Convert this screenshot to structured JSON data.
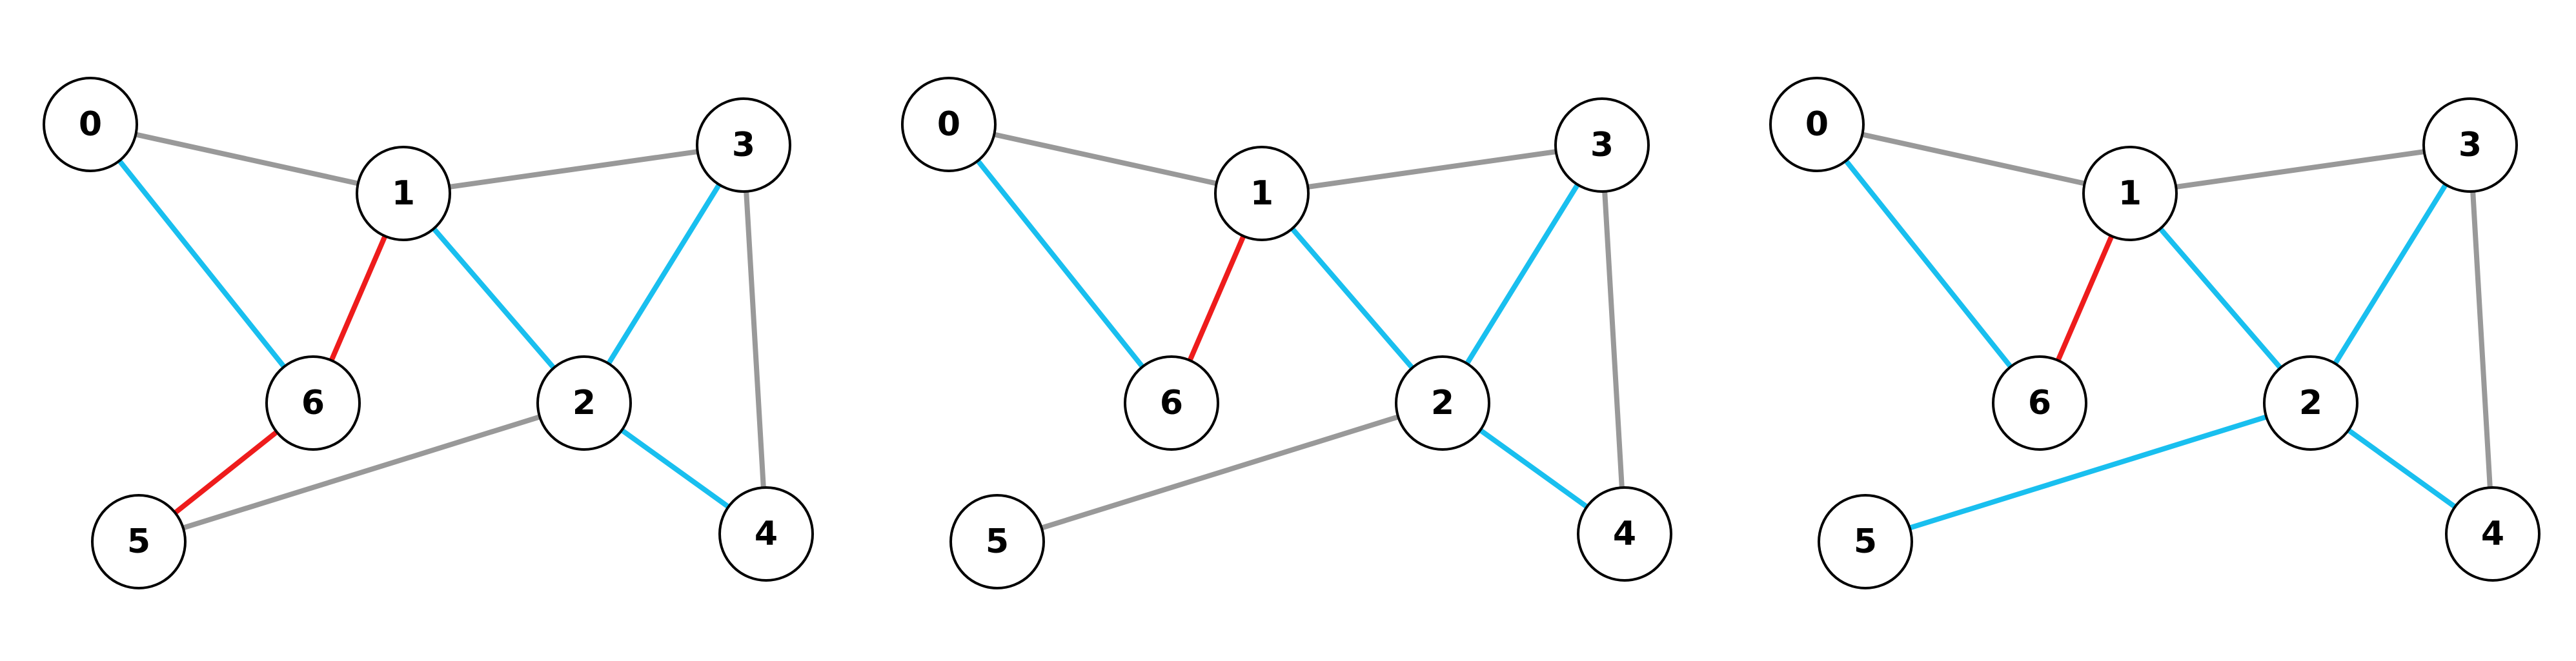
{
  "colors": {
    "gray": "#999999",
    "blue": "#19bfef",
    "red": "#ee1c1c",
    "node_fill": "#ffffff",
    "node_stroke": "#000000"
  },
  "nodes": [
    {
      "id": "0",
      "label": "0"
    },
    {
      "id": "1",
      "label": "1"
    },
    {
      "id": "2",
      "label": "2"
    },
    {
      "id": "3",
      "label": "3"
    },
    {
      "id": "4",
      "label": "4"
    },
    {
      "id": "5",
      "label": "5"
    },
    {
      "id": "6",
      "label": "6"
    }
  ],
  "panels": [
    {
      "edges": [
        {
          "from": "0",
          "to": "1",
          "color": "gray"
        },
        {
          "from": "1",
          "to": "3",
          "color": "gray"
        },
        {
          "from": "0",
          "to": "6",
          "color": "blue"
        },
        {
          "from": "1",
          "to": "6",
          "color": "red"
        },
        {
          "from": "1",
          "to": "2",
          "color": "blue"
        },
        {
          "from": "3",
          "to": "2",
          "color": "blue"
        },
        {
          "from": "3",
          "to": "4",
          "color": "gray"
        },
        {
          "from": "6",
          "to": "5",
          "color": "red"
        },
        {
          "from": "2",
          "to": "5",
          "color": "gray"
        },
        {
          "from": "2",
          "to": "4",
          "color": "blue"
        }
      ]
    },
    {
      "edges": [
        {
          "from": "0",
          "to": "1",
          "color": "gray"
        },
        {
          "from": "1",
          "to": "3",
          "color": "gray"
        },
        {
          "from": "0",
          "to": "6",
          "color": "blue"
        },
        {
          "from": "1",
          "to": "6",
          "color": "red"
        },
        {
          "from": "1",
          "to": "2",
          "color": "blue"
        },
        {
          "from": "3",
          "to": "2",
          "color": "blue"
        },
        {
          "from": "3",
          "to": "4",
          "color": "gray"
        },
        {
          "from": "2",
          "to": "5",
          "color": "gray"
        },
        {
          "from": "2",
          "to": "4",
          "color": "blue"
        }
      ]
    },
    {
      "edges": [
        {
          "from": "0",
          "to": "1",
          "color": "gray"
        },
        {
          "from": "1",
          "to": "3",
          "color": "gray"
        },
        {
          "from": "0",
          "to": "6",
          "color": "blue"
        },
        {
          "from": "1",
          "to": "6",
          "color": "red"
        },
        {
          "from": "1",
          "to": "2",
          "color": "blue"
        },
        {
          "from": "3",
          "to": "2",
          "color": "blue"
        },
        {
          "from": "3",
          "to": "4",
          "color": "gray"
        },
        {
          "from": "2",
          "to": "5",
          "color": "blue"
        },
        {
          "from": "2",
          "to": "4",
          "color": "blue"
        }
      ]
    }
  ]
}
